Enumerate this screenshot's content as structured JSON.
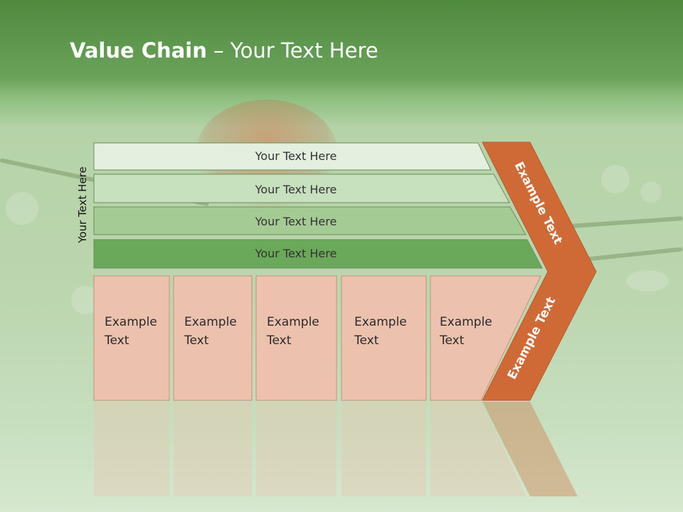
{
  "title": {
    "bold": "Value Chain",
    "rest": " – Your Text Here"
  },
  "side_label": "Your Text Here",
  "rows": [
    {
      "label": "Your Text Here",
      "color": "#e3efdf"
    },
    {
      "label": "Your Text Here",
      "color": "#c7e0be"
    },
    {
      "label": "Your Text Here",
      "color": "#a5cb95"
    },
    {
      "label": "Your Text Here",
      "color": "#6aa85a"
    }
  ],
  "boxes": [
    {
      "line1": "Example",
      "line2": "Text"
    },
    {
      "line1": "Example",
      "line2": "Text"
    },
    {
      "line1": "Example",
      "line2": "Text"
    },
    {
      "line1": "Example",
      "line2": "Text"
    },
    {
      "line1": "Example",
      "line2": "Text"
    }
  ],
  "chevron": {
    "top_label": "Example Text",
    "bottom_label": "Example Text",
    "color": "#cf6a37"
  },
  "colors": {
    "box_fill": "#ecc2ae",
    "box_stroke": "#c98f78",
    "row_stroke": "#6a8f5c"
  }
}
